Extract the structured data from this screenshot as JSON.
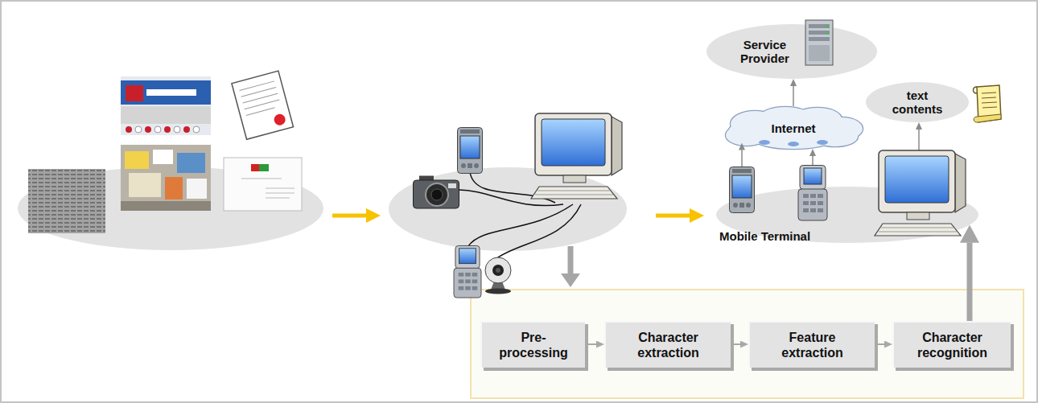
{
  "diagram": {
    "nodes": [
      {
        "text": [
          "Service Provider"
        ]
      },
      {
        "text": [
          "text contents"
        ]
      },
      {
        "text": [
          "Internet"
        ]
      },
      {
        "text": [
          "Mobile Terminal"
        ]
      },
      {
        "text": [
          "Pre- processing"
        ]
      },
      {
        "text": [
          "Character extraction"
        ]
      },
      {
        "text": [
          "Feature extraction"
        ]
      },
      {
        "text": [
          "Character recognition"
        ]
      }
    ],
    "edges": [
      {
        "from": 2,
        "to": 0,
        "arrow": "to"
      },
      {
        "from": 3,
        "to": 1,
        "arrow": "to"
      },
      {
        "from": 3,
        "to": 2,
        "arrow": "to"
      },
      {
        "from": 3,
        "to": 2,
        "arrow": "to"
      },
      {
        "from": 4,
        "to": 5,
        "arrow": "to"
      },
      {
        "from": 5,
        "to": 6,
        "arrow": "to"
      },
      {
        "from": 6,
        "to": 7,
        "arrow": "to"
      },
      {
        "from": 7,
        "to": 3,
        "arrow": "to"
      }
    ]
  }
}
